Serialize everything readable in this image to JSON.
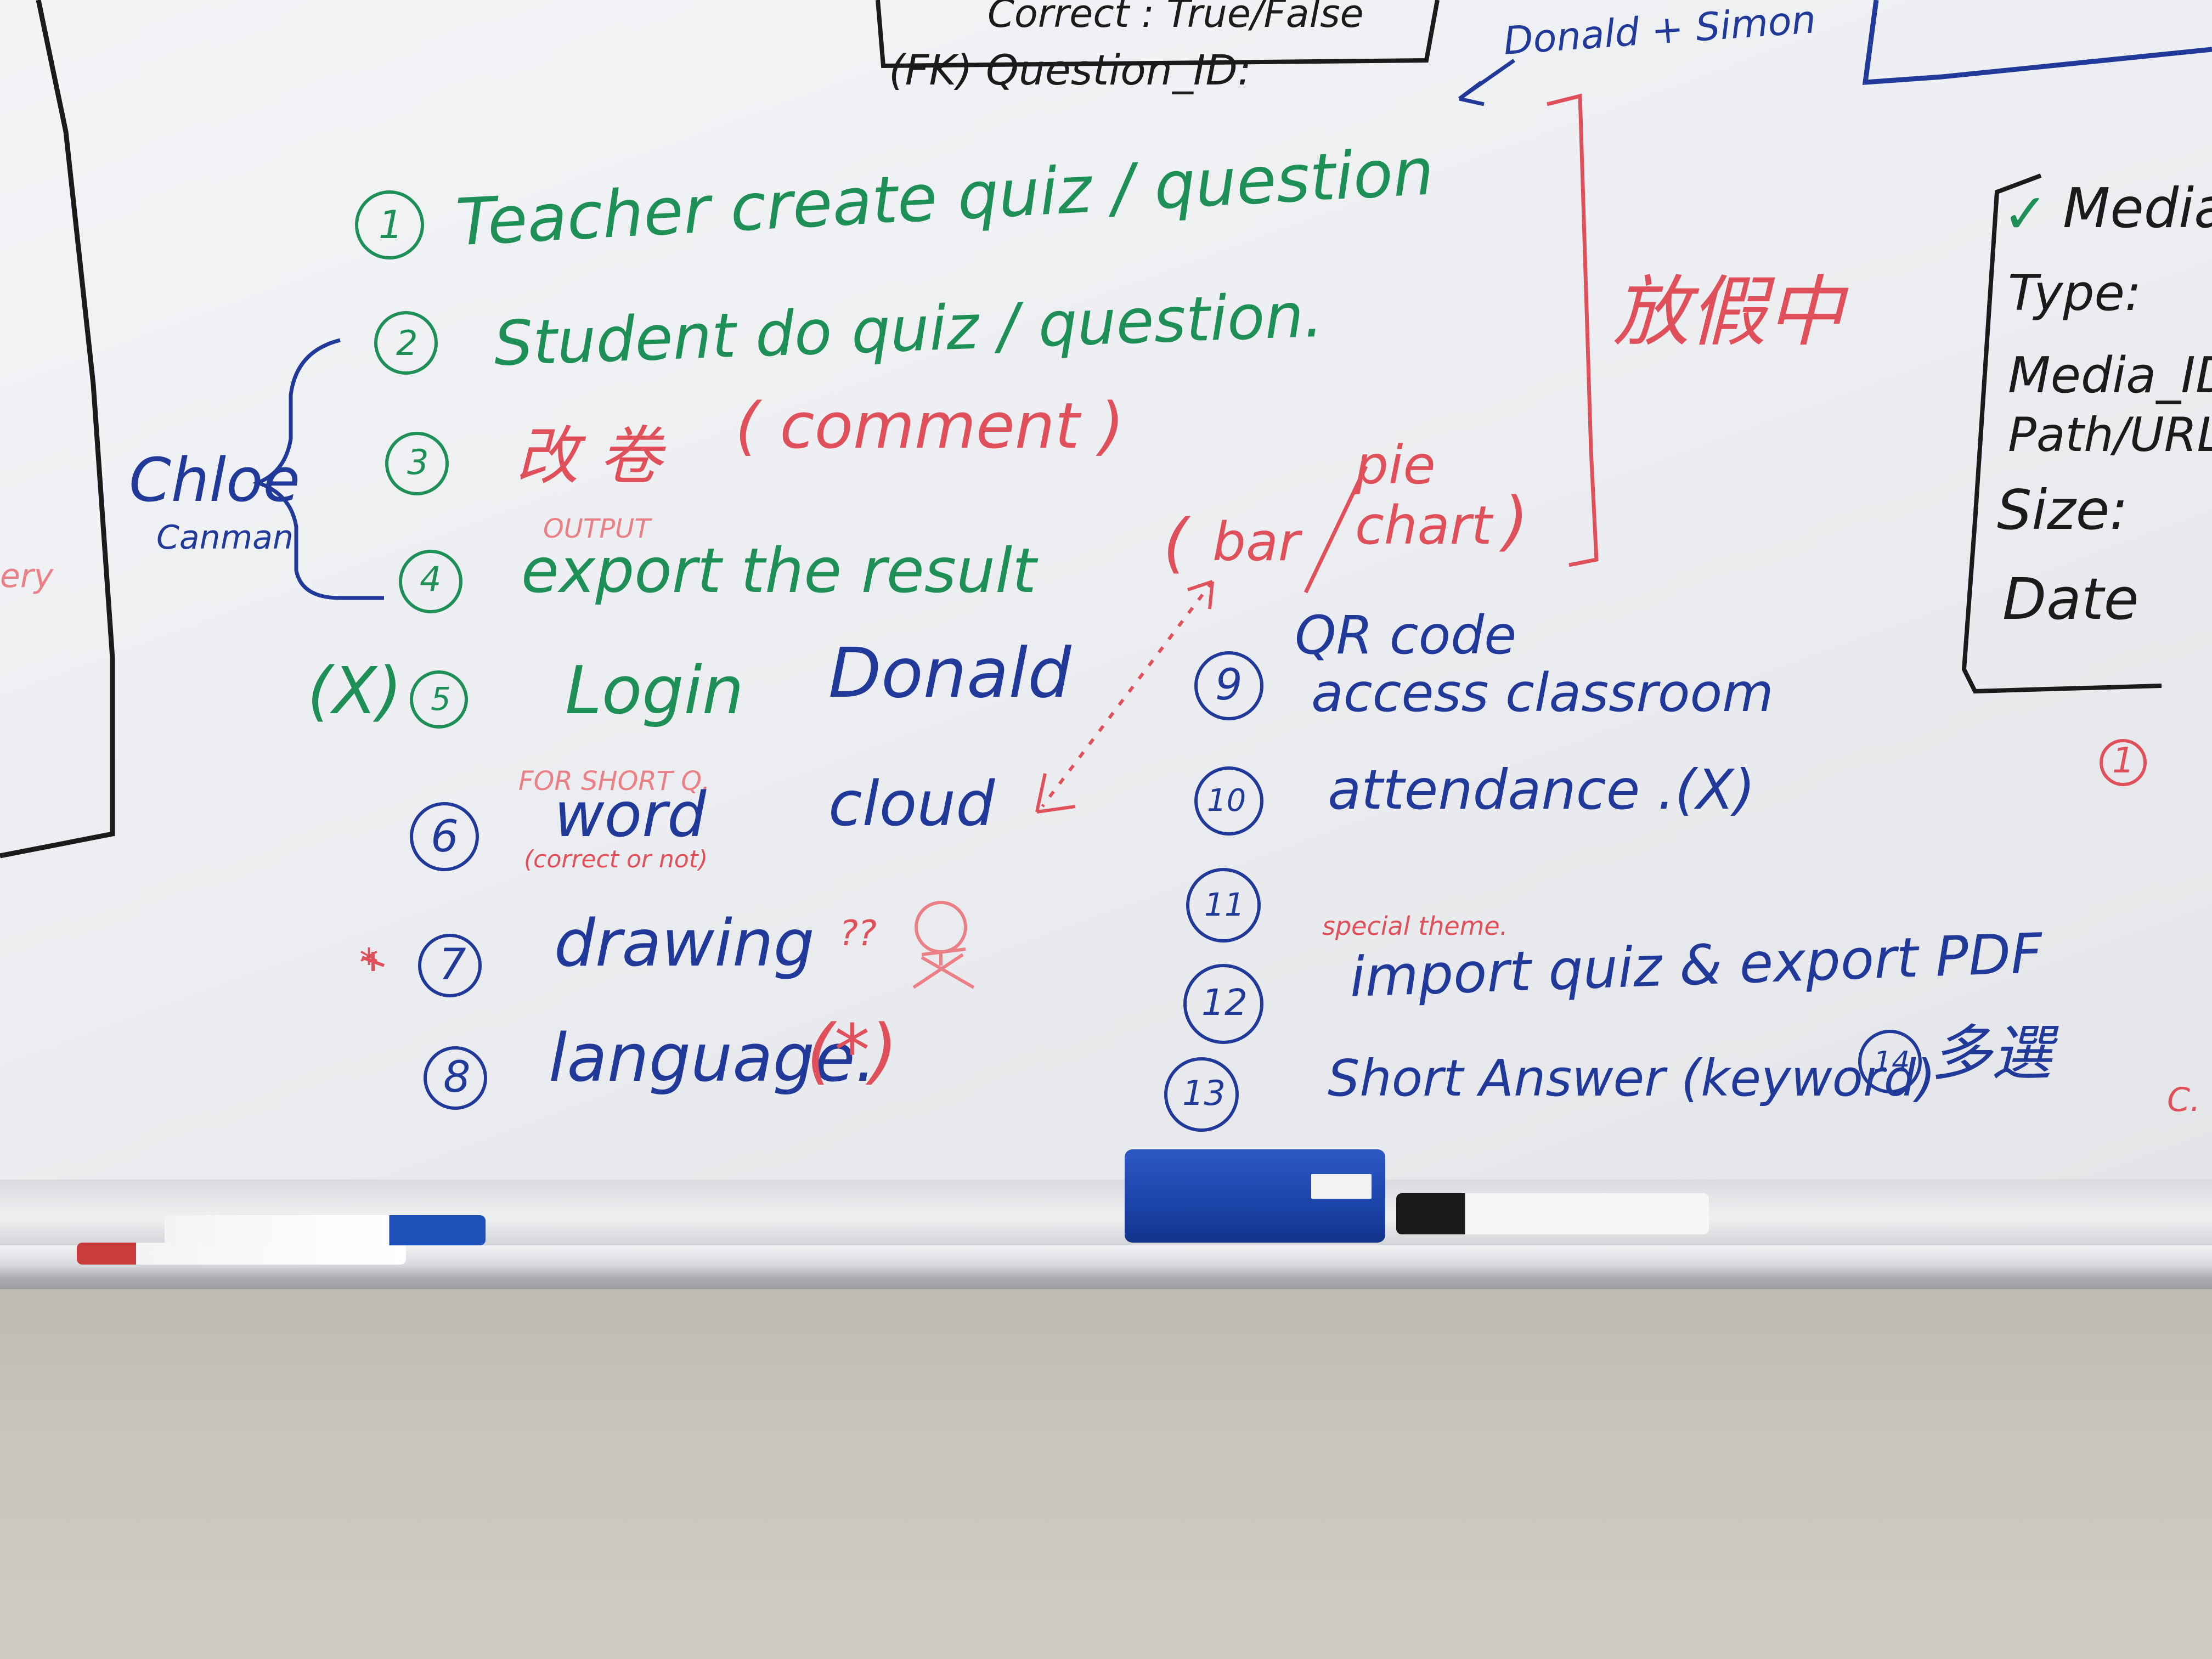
{
  "top_box": {
    "line1": "Correct : True/False",
    "line2": "(FK) Question_ID:"
  },
  "owner_top": "Donald + Simon",
  "items": [
    {
      "num": "1",
      "text": "Teacher create quiz / question"
    },
    {
      "num": "2",
      "text": "Student do quiz / question."
    },
    {
      "num": "3",
      "text": "改 卷",
      "paren": "( comment )"
    },
    {
      "num": "4",
      "pre": "output",
      "text": "export the result",
      "paren_open": "(",
      "bar": "bar",
      "pie": "pie",
      "chart": "chart",
      "paren_close": ")"
    },
    {
      "mark": "(X)",
      "num": "5",
      "text": "Login",
      "owner": "Donald"
    },
    {
      "num": "6",
      "pre": "FOR SHORT Q.",
      "text": "word",
      "text2": "cloud",
      "note": "(correct or not)"
    },
    {
      "num": "7",
      "star": "*",
      "text": "drawing",
      "qq": "??"
    },
    {
      "num": "8",
      "text": "language.",
      "paren": "(*)"
    },
    {
      "num": "9",
      "text": "QR code",
      "text2": "access classroom"
    },
    {
      "num": "10",
      "text": "attendance .(X)"
    },
    {
      "num": "11"
    },
    {
      "num": "12",
      "pre": "special theme.",
      "text": "import quiz & export PDF"
    },
    {
      "num": "13",
      "text": "Short Answer (keyword)"
    },
    {
      "num": "14",
      "text": "多選"
    }
  ],
  "group_label": "Chloe",
  "group_sub": "Canman",
  "status_right": "放假中",
  "media_box": {
    "title": "Media",
    "check": "✓",
    "fields": [
      "Type:",
      "Media_ID",
      "Path/URL",
      "Size:",
      "Date"
    ]
  },
  "right_edge": {
    "circle": "1",
    "c": "C."
  },
  "left_edge_text": "ery",
  "colors": {
    "green": "#1f8f58",
    "red": "#e0505a",
    "blue": "#213a9a",
    "black": "#1b1b1b"
  }
}
